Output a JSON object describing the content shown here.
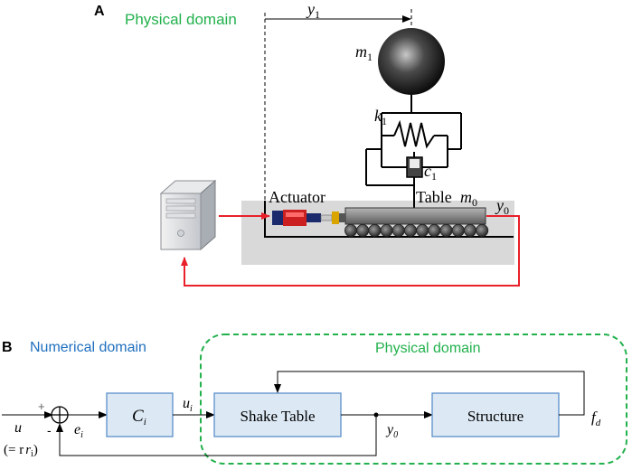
{
  "panel_a": {
    "letter": "A",
    "domain_label": "Physical domain",
    "y1": "y",
    "y1_sub": "1",
    "m1": "m",
    "m1_sub": "1",
    "k1": "k",
    "k1_sub": "1",
    "c1": "c",
    "c1_sub": "1",
    "actuator_label": "Actuator",
    "table_label": "Table",
    "m0": "m",
    "m0_sub": "0",
    "y0": "y",
    "y0_sub": "0"
  },
  "panel_b": {
    "letter": "B",
    "numerical_label": "Numerical domain",
    "physical_label": "Physical domain",
    "u": "u",
    "r_open": "(= r",
    "r_sub": "i",
    "r_close": ")",
    "plus": "+",
    "minus": "-",
    "e": "e",
    "e_sub": "i",
    "controller": "C",
    "controller_sub": "i",
    "u_i": "u",
    "u_i_sub": "i",
    "shake_table": "Shake Table",
    "structure": "Structure",
    "y0": "y",
    "y0_sub": "0",
    "fd": "f",
    "fd_sub": "d"
  },
  "colors": {
    "green": "#22b14c",
    "blue": "#1f6fbf",
    "red": "#e8212a",
    "block_fill": "#dce9f5",
    "block_stroke": "#5b8fc9",
    "ground": "#d9d9d9"
  }
}
